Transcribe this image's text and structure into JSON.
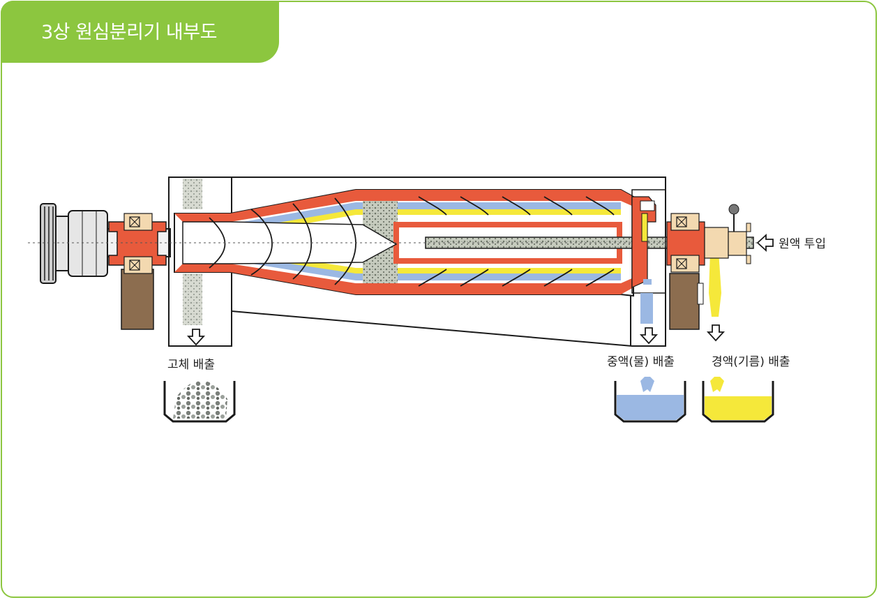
{
  "title": "3상 원심분리기 내부도",
  "labels": {
    "solid": "고체 배출",
    "heavy": "중액(물) 배출",
    "light": "경액(기름) 배출",
    "feed": "원액 투입"
  },
  "colors": {
    "accent": "#8cc63f",
    "bowl": "#e85a3c",
    "water": "#9bb8e3",
    "oil": "#f5e83a",
    "solids": "#b8bfb0",
    "shaft": "#d9d2b8",
    "housing": "#1a1a1a"
  }
}
